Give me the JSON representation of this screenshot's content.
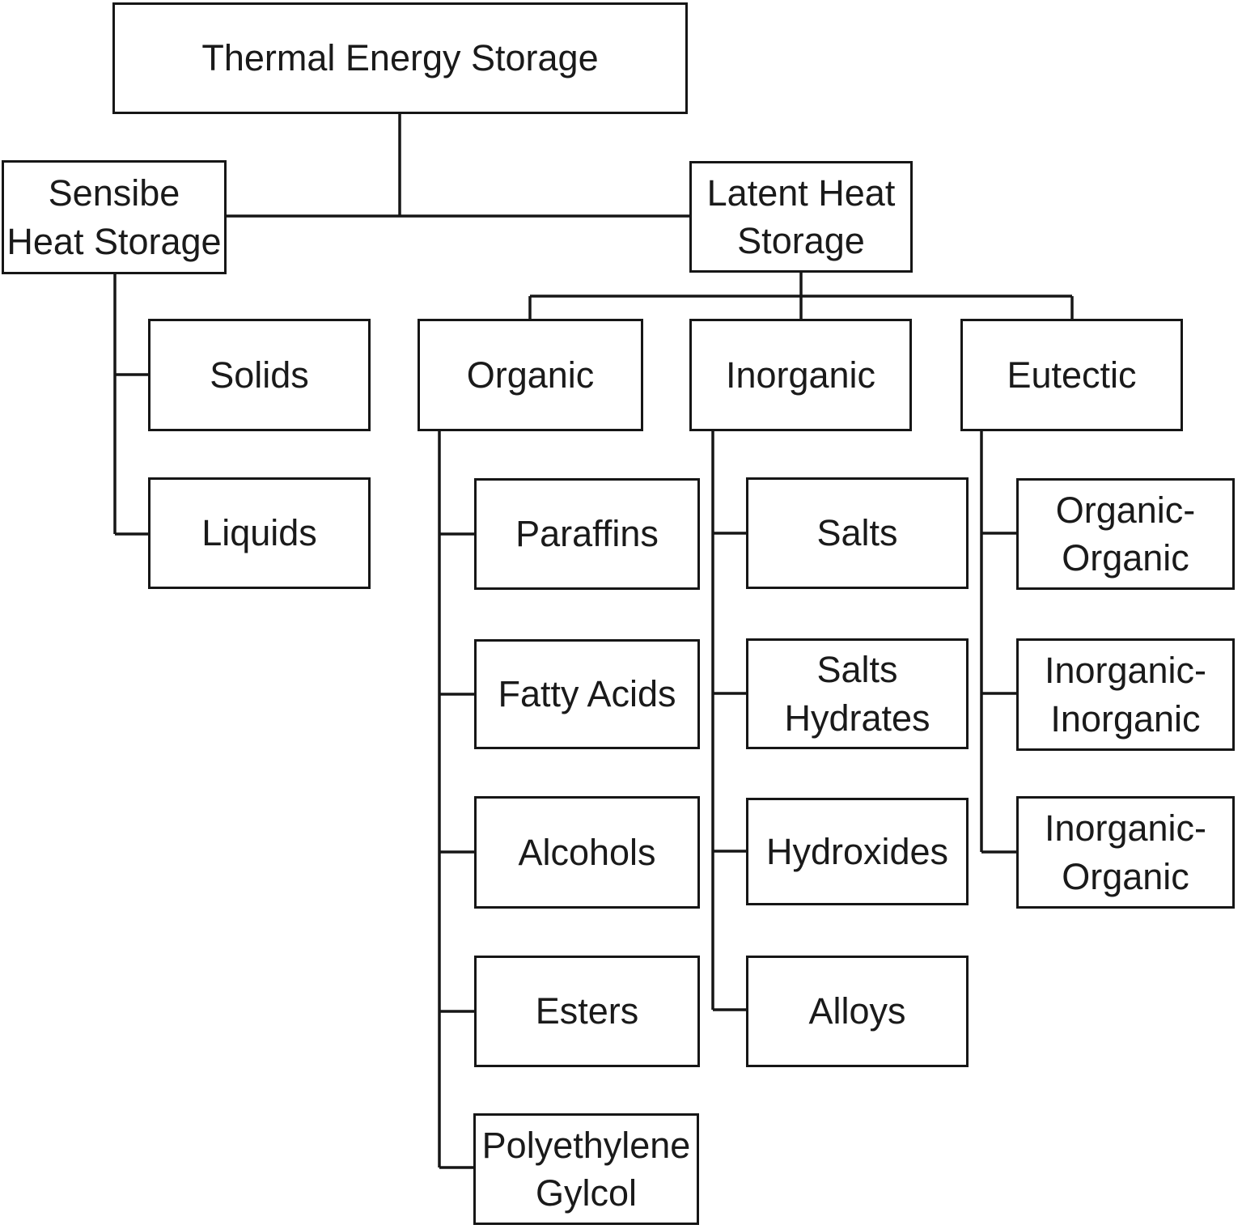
{
  "figure": {
    "type": "hierarchy-diagram",
    "background_color": "#ffffff",
    "box_border_color": "#161616",
    "connector_color": "#161616",
    "text_color": "#1a1a1a",
    "nodes": {
      "thermal": {
        "label": "Thermal Energy Storage"
      },
      "sensible": {
        "label": "Sensibe\nHeat Storage"
      },
      "latent": {
        "label": "Latent Heat\nStorage"
      },
      "solids": {
        "label": "Solids"
      },
      "liquids": {
        "label": "Liquids"
      },
      "organic": {
        "label": "Organic"
      },
      "inorganic": {
        "label": "Inorganic"
      },
      "eutectic": {
        "label": "Eutectic"
      },
      "paraffins": {
        "label": "Paraffins"
      },
      "fatty_acids": {
        "label": "Fatty Acids"
      },
      "alcohols": {
        "label": "Alcohols"
      },
      "esters": {
        "label": "Esters"
      },
      "polyethylene_glycol": {
        "label": "Polyethylene\nGylcol"
      },
      "salts": {
        "label": "Salts"
      },
      "salts_hydrates": {
        "label": "Salts\nHydrates"
      },
      "hydroxides": {
        "label": "Hydroxides"
      },
      "alloys": {
        "label": "Alloys"
      },
      "organic_organic": {
        "label": "Organic-\nOrganic"
      },
      "inorganic_inorganic": {
        "label": "Inorganic-\nInorganic"
      },
      "inorganic_organic": {
        "label": "Inorganic-\nOrganic"
      }
    },
    "edges": [
      [
        "thermal",
        "sensible"
      ],
      [
        "thermal",
        "latent"
      ],
      [
        "sensible",
        "solids"
      ],
      [
        "sensible",
        "liquids"
      ],
      [
        "latent",
        "organic"
      ],
      [
        "latent",
        "inorganic"
      ],
      [
        "latent",
        "eutectic"
      ],
      [
        "organic",
        "paraffins"
      ],
      [
        "organic",
        "fatty_acids"
      ],
      [
        "organic",
        "alcohols"
      ],
      [
        "organic",
        "esters"
      ],
      [
        "organic",
        "polyethylene_glycol"
      ],
      [
        "inorganic",
        "salts"
      ],
      [
        "inorganic",
        "salts_hydrates"
      ],
      [
        "inorganic",
        "hydroxides"
      ],
      [
        "inorganic",
        "alloys"
      ],
      [
        "eutectic",
        "organic_organic"
      ],
      [
        "eutectic",
        "inorganic_inorganic"
      ],
      [
        "eutectic",
        "inorganic_organic"
      ]
    ]
  }
}
